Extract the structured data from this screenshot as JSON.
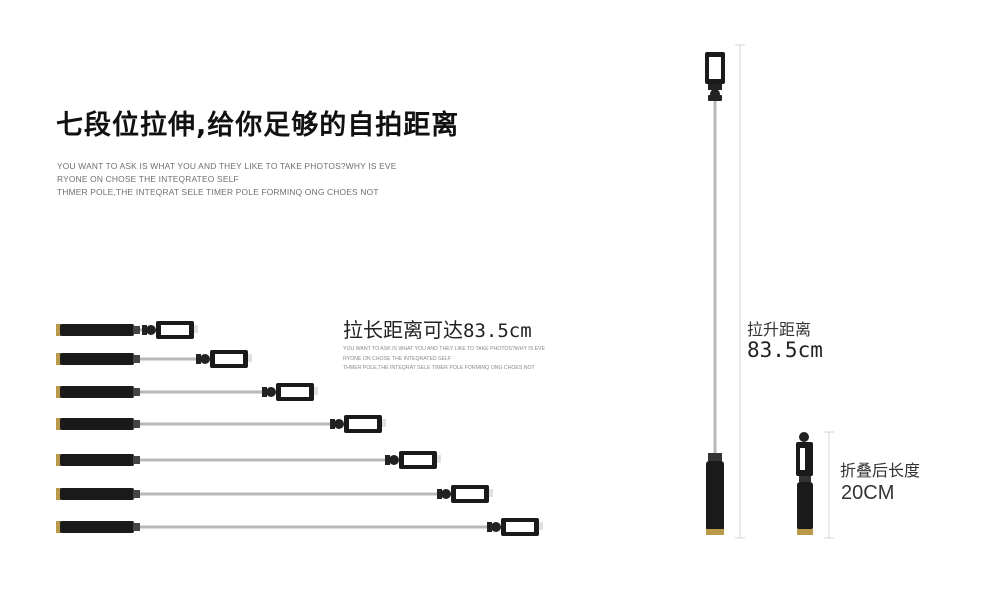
{
  "headline": "七段位拉伸,给你足够的自拍距离",
  "intro_lines": [
    "YOU WANT TO ASK  IS WHAT YOU AND THEY LIKE TO TAKE PHOTOS?WHY IS   EVE",
    "RYONE ON CHOSE THE INTEQRATEO SELF",
    "THMER POLE,THE INTEQRAT SELE  TIMER POLE FORMINQ ONG  CHOES NOT"
  ],
  "stretch_heading": {
    "text": "拉长距离可达",
    "value": "83.5cm"
  },
  "stretch_sub_lines": [
    "YOU WANT TO ASK  IS WHAT YOU AND THEY LIKE TO TAKE PHOTOS?WHY IS   EVE",
    "RYONE ON CHOSE THE INTEQRATED SELF",
    "THMER POLE,THE INTEQRAT SELE  TIMER POLE FORMINQ ONG  CHOES NOT"
  ],
  "extended": {
    "label": "拉升距离",
    "value": "83.5cm"
  },
  "folded": {
    "label": "折叠后长度",
    "value": "20CM"
  },
  "stick_stages": [
    1,
    2,
    3,
    4,
    5,
    6,
    7
  ],
  "colors": {
    "handle": "#1a1a1a",
    "rod": "#b8b8b8",
    "gold": "#b89a4a",
    "guide": "#d0d0d0"
  }
}
